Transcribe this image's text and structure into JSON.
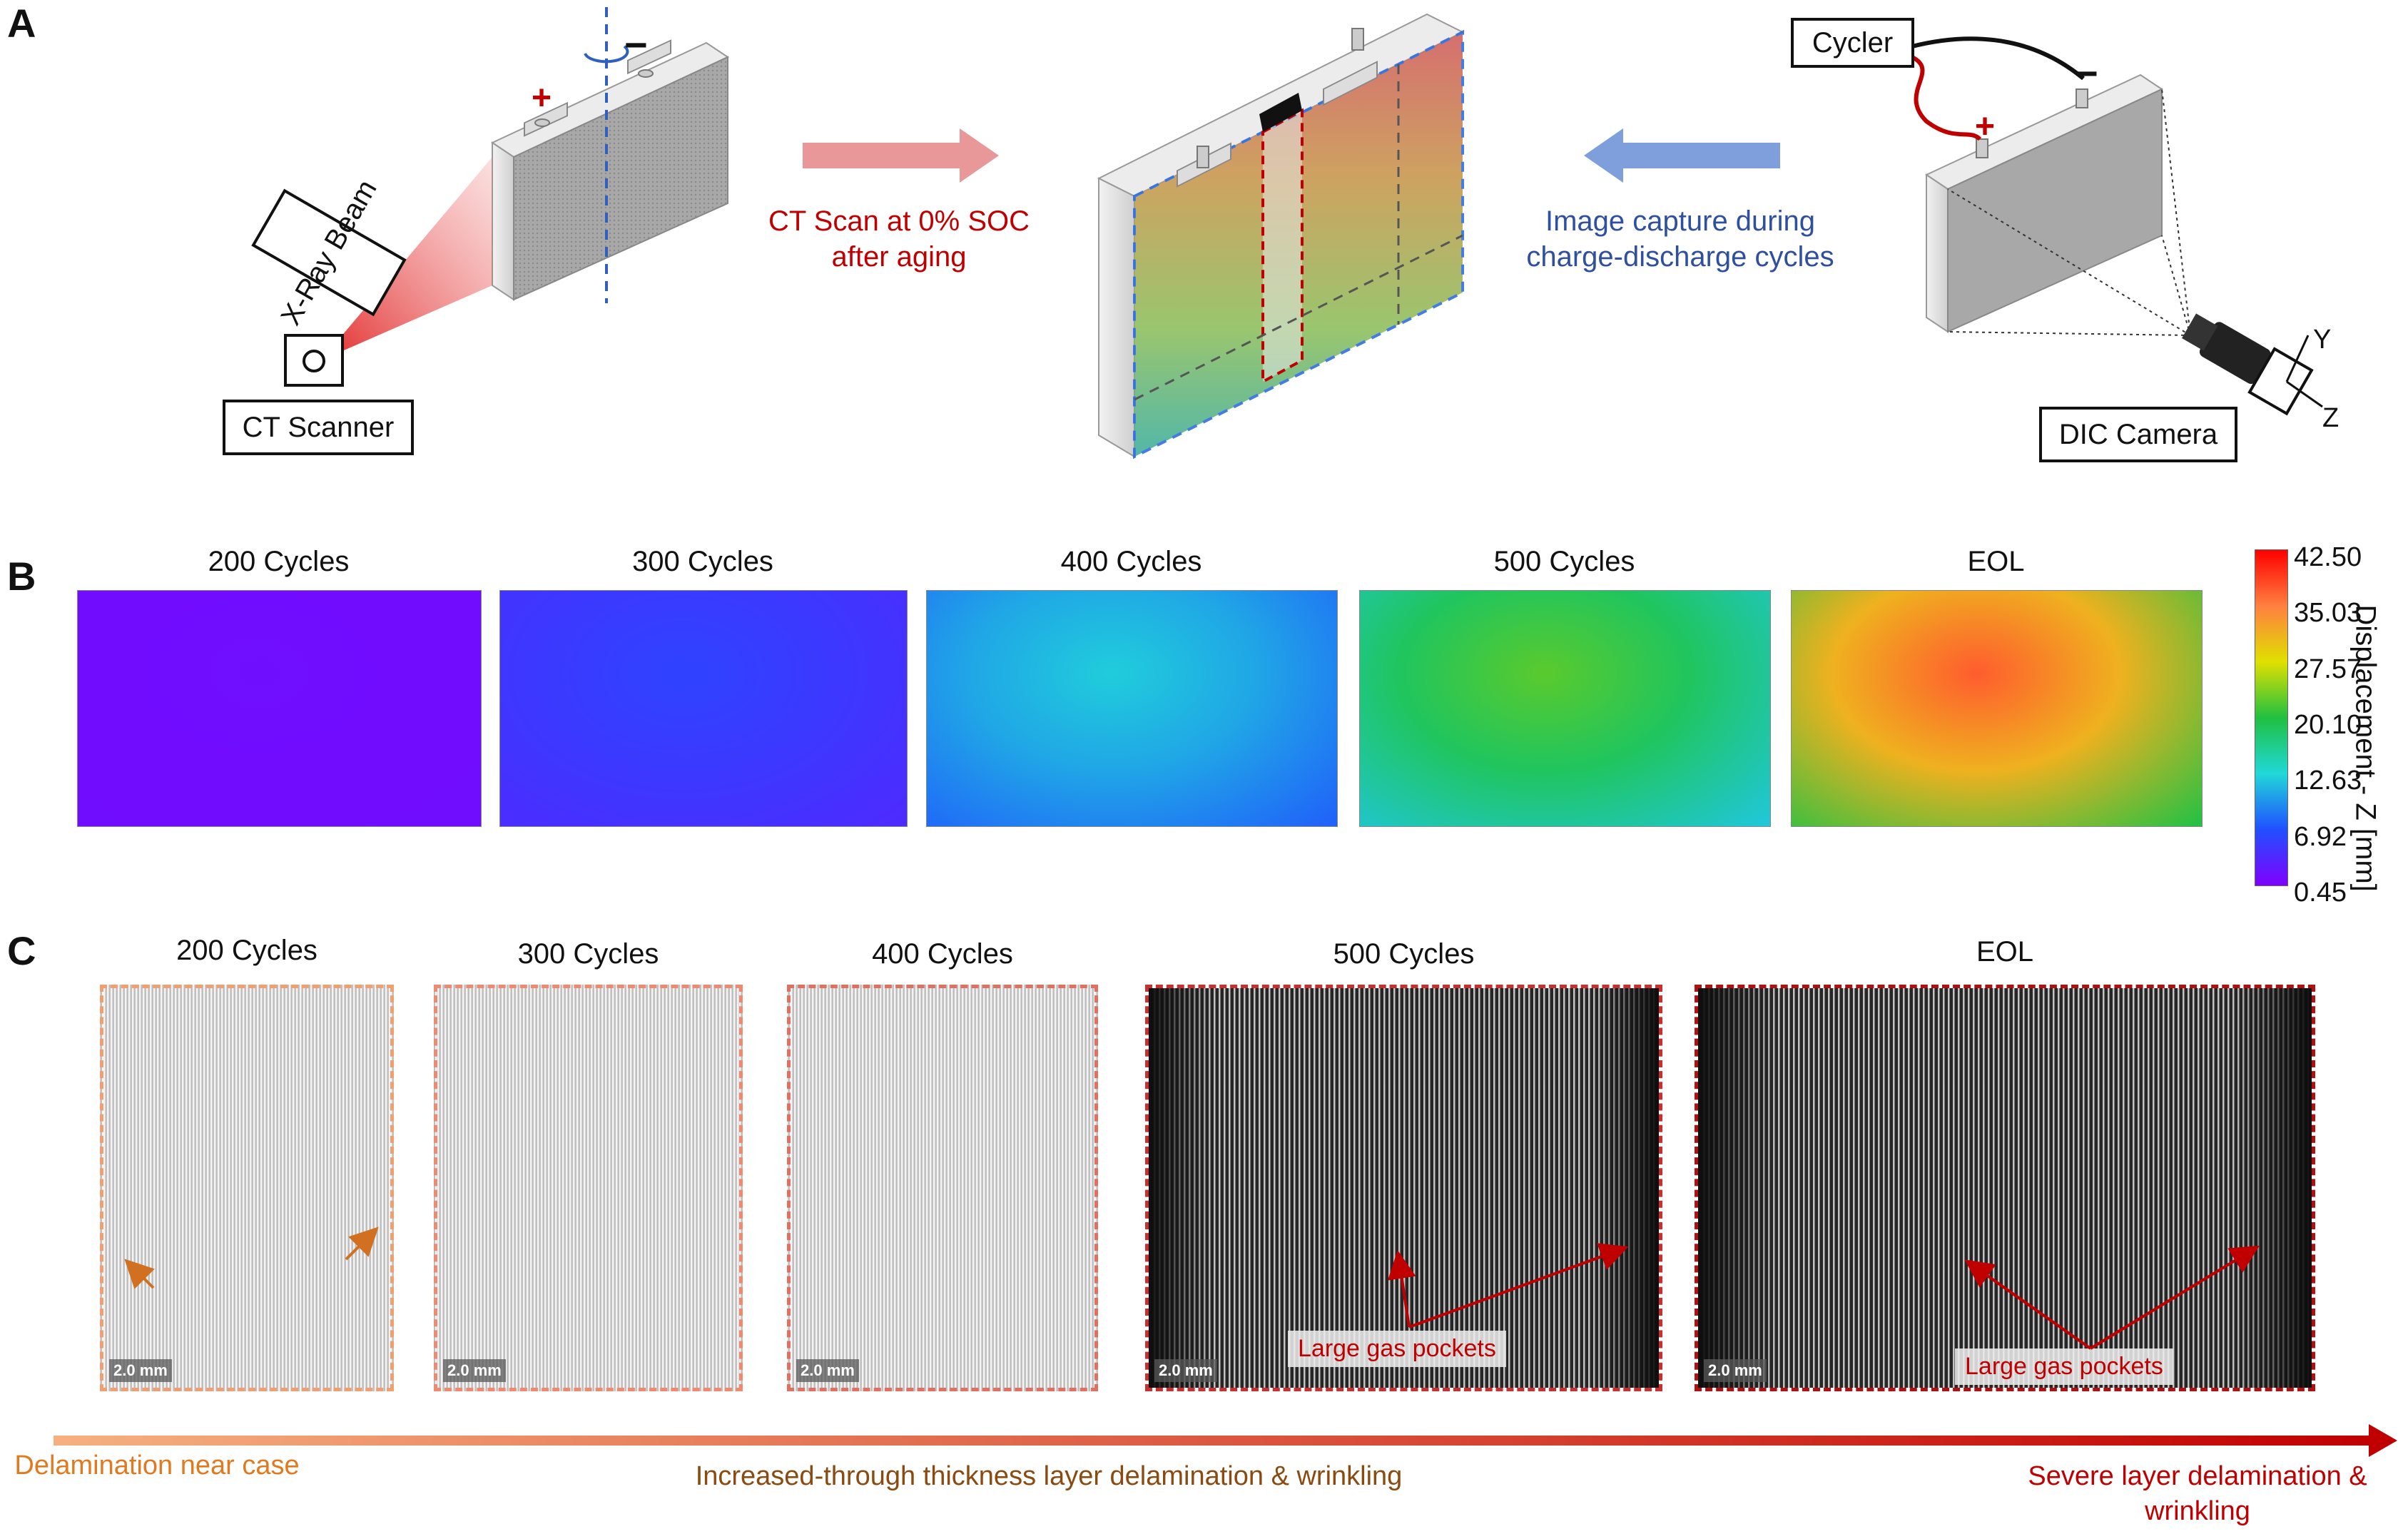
{
  "panels": {
    "a": "A",
    "b": "B",
    "c": "C"
  },
  "panel_a": {
    "xray_beam": "X-Ray Beam",
    "ct_scanner": "CT Scanner",
    "plus": "+",
    "minus": "−",
    "ct_scan_note": "CT Scan at 0% SOC after aging",
    "image_capture_note": "Image capture during charge-discharge cycles",
    "cycler": "Cycler",
    "dic_camera": "DIC Camera",
    "axis_y": "Y",
    "axis_z": "Z",
    "colors": {
      "ct_arrow": "#e89898",
      "dic_arrow": "#7f9fdc",
      "ct_text": "#c00000",
      "dic_text": "#2f4f9f"
    }
  },
  "panel_b": {
    "maps": [
      {
        "label": "200 Cycles",
        "level": 0.03
      },
      {
        "label": "300 Cycles",
        "level": 0.14
      },
      {
        "label": "400 Cycles",
        "level": 0.32
      },
      {
        "label": "500 Cycles",
        "level": 0.55
      },
      {
        "label": "EOL",
        "level": 0.88
      }
    ],
    "colorbar": {
      "title": "Displacement - Z [mm]",
      "ticks": [
        "42.50",
        "35.03",
        "27.57",
        "20.10",
        "12.63",
        "6.92",
        "0.45"
      ],
      "colors": [
        "#ff0000",
        "#ff8040",
        "#e0e000",
        "#20c040",
        "#20d8d8",
        "#2050ff",
        "#8000ff"
      ]
    }
  },
  "panel_c": {
    "images": [
      {
        "label": "200 Cycles",
        "scale": "2.0 mm",
        "border": "#f0a070",
        "dark": false
      },
      {
        "label": "300 Cycles",
        "scale": "2.0 mm",
        "border": "#ee8a70",
        "dark": false
      },
      {
        "label": "400 Cycles",
        "scale": "2.0 mm",
        "border": "#e07060",
        "dark": false
      },
      {
        "label": "500 Cycles",
        "scale": "2.0 mm",
        "border": "#c83030",
        "dark": true
      },
      {
        "label": "EOL",
        "scale": "2.0 mm",
        "border": "#b01010",
        "dark": true
      }
    ],
    "gas_pockets_1": "Large gas pockets",
    "gas_pockets_2": "Large gas pockets"
  },
  "bottom": {
    "note_left": "Delamination near case",
    "note_mid": "Increased-through thickness layer delamination & wrinkling",
    "note_right": "Severe layer delamination & wrinkling",
    "colors": {
      "left": "#e07a20",
      "mid": "#8a4a10",
      "right": "#c00000"
    }
  }
}
